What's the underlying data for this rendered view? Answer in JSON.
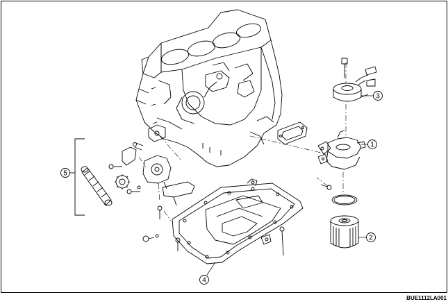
{
  "diagram": {
    "callouts": [
      {
        "id": "1",
        "label": "1"
      },
      {
        "id": "2",
        "label": "2"
      },
      {
        "id": "3",
        "label": "3"
      },
      {
        "id": "4",
        "label": "4"
      },
      {
        "id": "5",
        "label": "5"
      }
    ],
    "figure_code": "BUE1112LA001"
  }
}
